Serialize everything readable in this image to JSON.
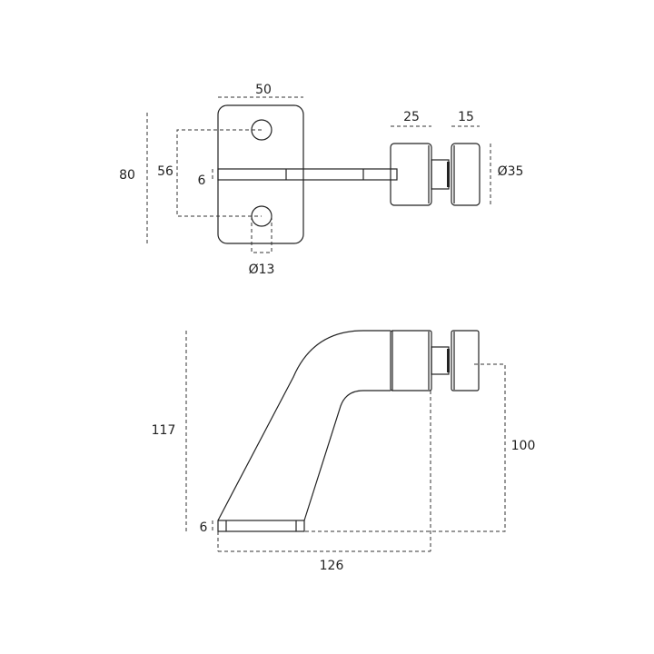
{
  "top_view": {
    "width_label": "50",
    "height_label": "80",
    "hole_spacing_label": "56",
    "bar_thickness_label": "6",
    "hole_diameter_label": "Ø13",
    "cylinder_length_label": "25",
    "knob_length_label": "15",
    "knob_diameter_label": "Ø35"
  },
  "side_view": {
    "height_label": "117",
    "center_height_label": "100",
    "plate_thickness_label": "6",
    "projection_label": "126"
  }
}
